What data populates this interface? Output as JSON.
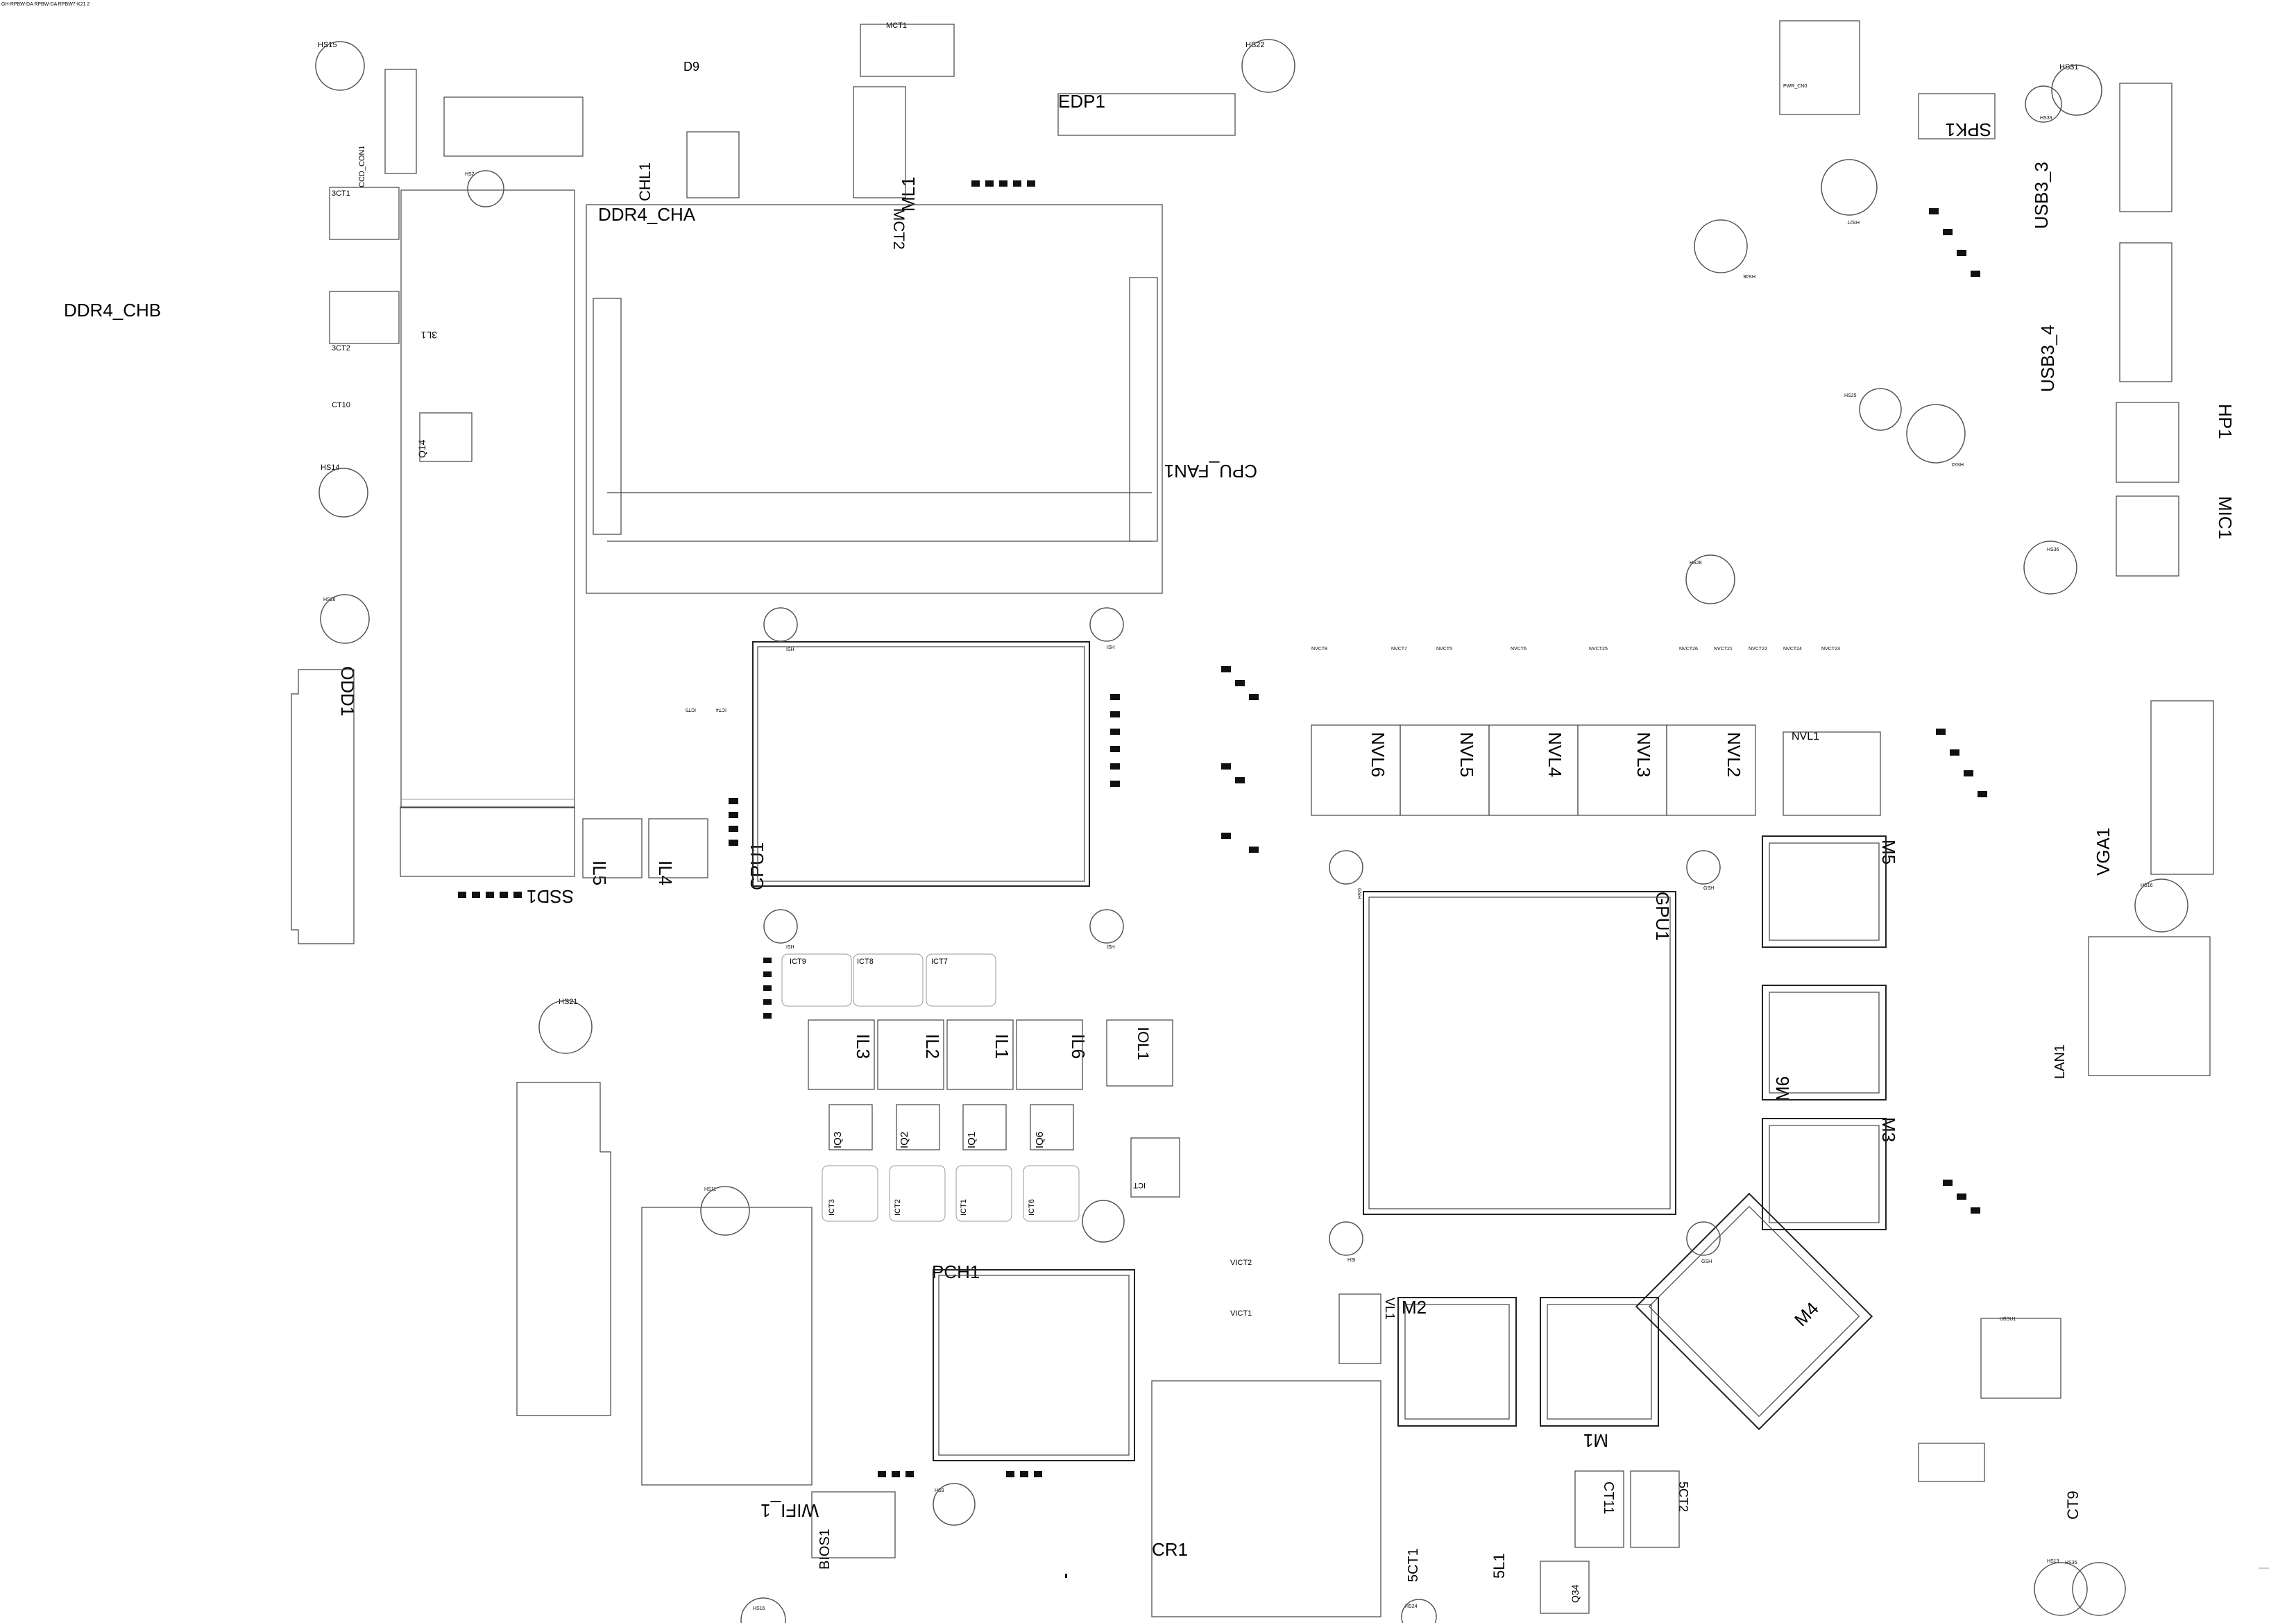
{
  "title_block": "GH-RPBW-DA RPBW-DA RPBW7-K21 2",
  "ddr_slots": {
    "chb": "DDR4_CHB",
    "cha": "DDR4_CHA"
  },
  "chips": {
    "cpu": "CPU1",
    "gpu": "GPU1",
    "pch": "PCH1",
    "m1": "M1",
    "m2": "M2",
    "m3": "M3",
    "m4": "M4",
    "m5": "M5",
    "m6": "M6"
  },
  "connectors": {
    "edp": "EDP1",
    "cpu_fan": "CPU_FAN1",
    "odd": "ODD1",
    "ssd": "SSD1",
    "wifi": "WIFI_1",
    "bios": "BIOS1",
    "cr": "CR1",
    "spk": "SPK1",
    "usb3_3": "USB3_3",
    "usb3_4": "USB3_4",
    "hp": "HP1",
    "mic": "MIC1",
    "vga": "VGA1",
    "lan": "LAN1",
    "pwr_cn": "PWR_CN0",
    "ccd": "CCD_CON1"
  },
  "inductors": {
    "nvl": [
      "NVL6",
      "NVL5",
      "NVL4",
      "NVL3",
      "NVL2"
    ],
    "nvl1": "NVL1",
    "il": [
      "IL3",
      "IL2",
      "IL1",
      "IL6",
      "IOL1"
    ],
    "il4": "IL4",
    "il5": "IL5",
    "ml1": "ML1",
    "mct2": "MCT2",
    "mct1": "MCT1",
    "chl1": "CHL1",
    "vl1": "VL1",
    "5l1": "5L1",
    "3l1": "3L1",
    "ct9": "CT9",
    "ct11": "CT11",
    "5ct1": "5CT1",
    "5ct2": "5CT2",
    "d9": "D9"
  },
  "components": {
    "iq": [
      "IQ3",
      "IQ2",
      "IQ1",
      "IQ6"
    ],
    "ict_top": [
      "ICT9",
      "ICT8",
      "ICT7"
    ],
    "ict_bottom": [
      "ICT3",
      "ICT2",
      "ICT1",
      "ICT6"
    ],
    "q14": "Q14",
    "q34": "Q34",
    "ct10": "CT10",
    "3ct1": "3CT1",
    "3ct2": "3CT2",
    "vict1": "VICT1",
    "vict2": "VICT2",
    "ubsu1": "UBSU1",
    "ict": "ICT",
    "ict15": "ICT5",
    "ict14": "ICT4",
    "nvct": [
      "NVCT8",
      "NVCT7",
      "NVCT5",
      "NVCT6",
      "NVCT25",
      "NVCT26",
      "NVCT21",
      "NVCT22",
      "NVCT24",
      "NVCT23"
    ]
  },
  "heatsink_holes": {
    "hs15": "HS15",
    "hs22": "HS22",
    "hs31": "HS31",
    "hs33": "HS33",
    "hs14": "HS14",
    "hs26": "HS26",
    "hs2": "HS2",
    "hs27": "HS27",
    "hs32": "HS32",
    "hs36": "HS36",
    "hs1": "HS1",
    "hs21": "HS21",
    "hs11": "HS11",
    "hs9": "HS9",
    "hs16a": "HS16",
    "hs16b": "HS16",
    "hs24": "HS24",
    "hs13": "HS13",
    "hs35": "HS35",
    "hs25": "HS25",
    "hs28": "HS28",
    "hs48": "HS48",
    "ish": [
      "ISH",
      "ISH",
      "ISH",
      "ISH"
    ],
    "gsh": [
      "GSH",
      "GSH",
      "GSH"
    ],
    "hs_ish": "HSI"
  },
  "colors": {
    "background": "#ffffff",
    "line": "#222222",
    "text": "#000000"
  }
}
